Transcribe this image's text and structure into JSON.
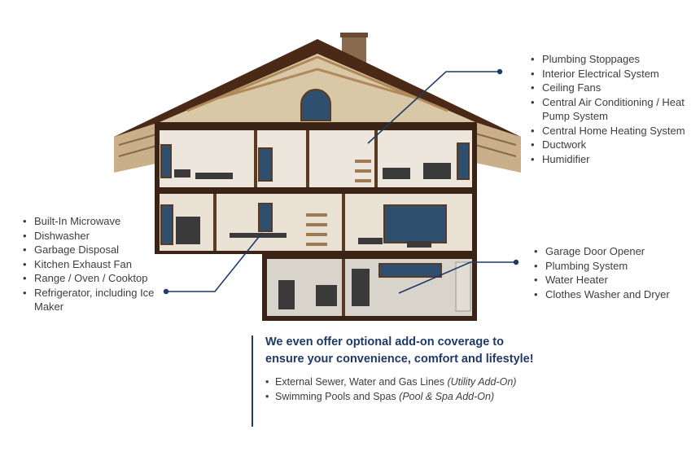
{
  "callouts": {
    "upper": [
      "Plumbing Stoppages",
      "Interior Electrical System",
      "Ceiling Fans",
      "Central Air Conditioning / Heat Pump System",
      "Central Home Heating System",
      "Ductwork",
      "Humidifier"
    ],
    "kitchen": [
      "Built-In Microwave",
      "Dishwasher",
      "Garbage Disposal",
      "Kitchen Exhaust Fan",
      "Range / Oven / Cooktop",
      "Refrigerator, including Ice Maker"
    ],
    "garage": [
      "Garage Door Opener",
      "Plumbing System",
      "Water Heater",
      "Clothes Washer and Dryer"
    ]
  },
  "addon": {
    "heading_line1": "We even offer optional add-on coverage to",
    "heading_line2": "ensure your convenience, comfort and lifestyle!",
    "items": [
      {
        "text": "External Sewer, Water and Gas Lines",
        "tag": "(Utility Add-On)"
      },
      {
        "text": "Swimming Pools and Spas",
        "tag": "(Pool & Spa Add-On)"
      }
    ]
  },
  "colors": {
    "accent": "#1e3a66",
    "wood": "#6b3f22",
    "roof": "#4a2a17",
    "wall": "#e9e3d8"
  }
}
